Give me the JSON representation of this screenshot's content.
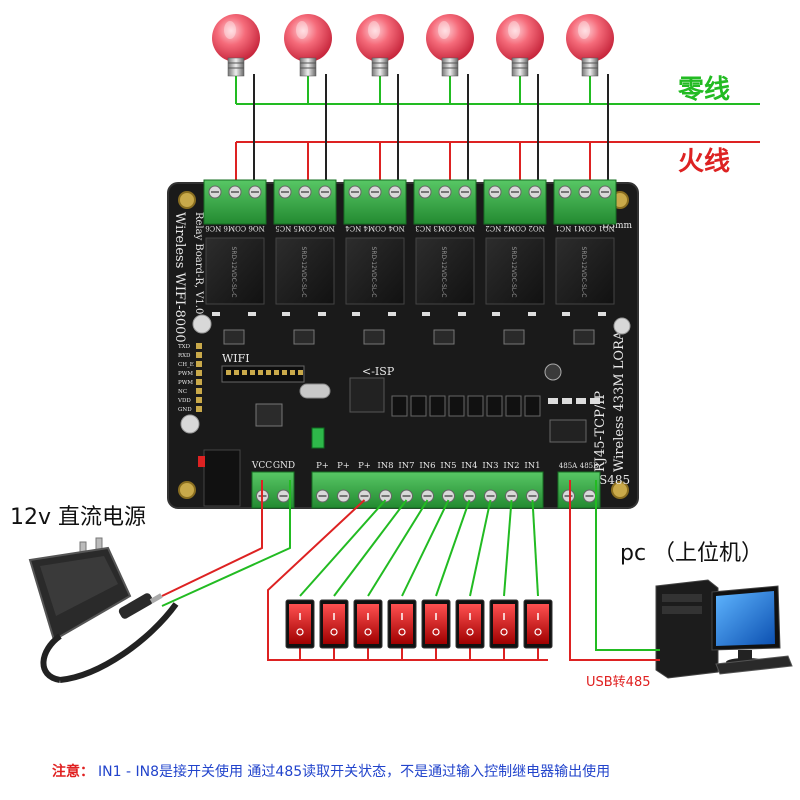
{
  "labels": {
    "neutral_line": "零线",
    "live_line": "火线",
    "power_supply": "12v 直流电源",
    "pc": "pc （上位机）",
    "usb_converter": "USB转485",
    "note_prefix": "注意：",
    "note_body": "IN1 - IN8是接开关使用  通过485读取开关状态，不是通过输入控制继电器输出使用"
  },
  "board": {
    "mount_hole": "D3mm",
    "title_line1": "Relay Board-R, V1.0",
    "title_line2": "Wireless WIFI-8000",
    "right_line1": "RJ45-TCP/IP",
    "right_line2": "Wireless 433M LORA",
    "rs485": "RS485",
    "wifi": "WIFI",
    "isp": "<-ISP",
    "power_terminals": [
      "VCC",
      "GND"
    ],
    "input_terminals": [
      "P+",
      "P+",
      "P+",
      "IN8",
      "IN7",
      "IN6",
      "IN5",
      "IN4",
      "IN3",
      "IN2",
      "IN1"
    ],
    "rs485_terminals": [
      "485A",
      "485B"
    ],
    "relay_labels": [
      "NO6 COM6 NC6",
      "NO5 COM5 NC5",
      "NO4 COM4 NC4",
      "NO3 COM3 NC3",
      "NO2 COM2 NC2",
      "NO1 COM1 NC1"
    ],
    "relay_model": "SRD-12VDC-SL-C",
    "header_pins": [
      "TXD",
      "RXD",
      "CH_E",
      "PWM",
      "PWM",
      "NC",
      "VDD",
      "GND"
    ]
  },
  "bulb_count": 6,
  "switch_count": 8,
  "colors": {
    "neutral": "#22bb22",
    "live": "#dd2222",
    "pcb": "#1a1a1a",
    "terminal": "#3aa845",
    "note_red": "#e02020",
    "note_blue": "#2244cc",
    "bulb": "#f05a6a",
    "switch": "#cc1111"
  }
}
